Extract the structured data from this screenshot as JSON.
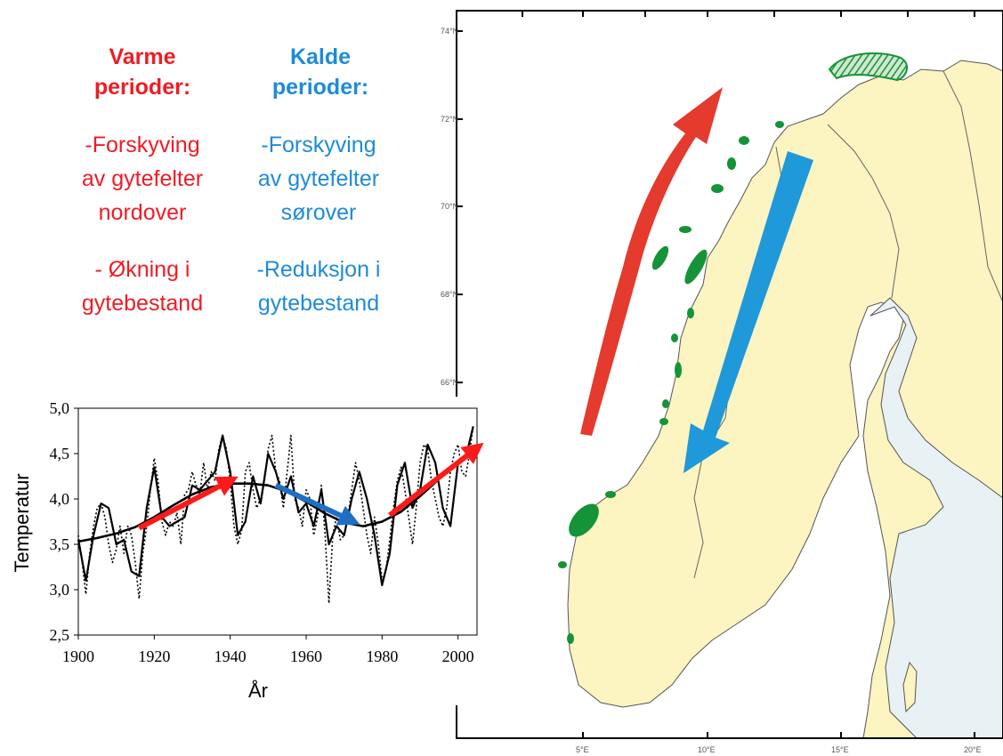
{
  "warm": {
    "heading_line1": "Varme",
    "heading_line2": "perioder:",
    "point1_line1": "-Forskyving",
    "point1_line2": "av gytefelter",
    "point1_line3": "nordover",
    "point2_line1": "- Økning i",
    "point2_line2": "gytebestand"
  },
  "cold": {
    "heading_line1": "Kalde",
    "heading_line2": "perioder:",
    "point1_line1": "-Forskyving",
    "point1_line2": "av gytefelter",
    "point1_line3": "sørover",
    "point2_line1": "-Reduksjon i",
    "point2_line2": "gytebestand"
  },
  "map": {
    "lat_labels": [
      "74°N",
      "72°N",
      "70°N",
      "68°N",
      "66°N"
    ],
    "lon_labels": [
      "5°E",
      "10°E",
      "15°E",
      "20°E"
    ],
    "colors": {
      "sea": "#ffffff",
      "land": "#fcf4c1",
      "lake": "#e8f1f4",
      "spawning": "#159338",
      "warm_arrow": "#e53a2e",
      "cold_arrow": "#1f99d9"
    }
  },
  "chart_data": {
    "type": "line",
    "xlabel": "År",
    "ylabel": "Temperatur",
    "xlim": [
      1900,
      2005
    ],
    "ylim": [
      2.5,
      5.0
    ],
    "x_ticks": [
      "1900",
      "1920",
      "1940",
      "1960",
      "1980",
      "2000"
    ],
    "y_ticks": [
      "2,5",
      "3,0",
      "3,5",
      "4,0",
      "4,5",
      "5,0"
    ],
    "grid": false,
    "series": [
      {
        "style": "dotted",
        "x": [
          1900,
          1901,
          1902,
          1903,
          1904,
          1905,
          1906,
          1907,
          1908,
          1909,
          1910,
          1911,
          1912,
          1913,
          1914,
          1915,
          1916,
          1917,
          1918,
          1919,
          1920,
          1921,
          1922,
          1923,
          1924,
          1925,
          1926,
          1927,
          1928,
          1929,
          1930,
          1931,
          1932,
          1933,
          1934,
          1935,
          1936,
          1937,
          1938,
          1939,
          1940,
          1941,
          1942,
          1943,
          1944,
          1945,
          1946,
          1947,
          1948,
          1949,
          1950,
          1951,
          1952,
          1953,
          1954,
          1955,
          1956,
          1957,
          1958,
          1959,
          1960,
          1961,
          1962,
          1963,
          1964,
          1965,
          1966,
          1967,
          1968,
          1969,
          1970,
          1971,
          1972,
          1973,
          1974,
          1975,
          1976,
          1977,
          1978,
          1979,
          1980,
          1981,
          1982,
          1983,
          1984,
          1985,
          1986,
          1987,
          1988,
          1989,
          1990,
          1991,
          1992,
          1993,
          1994,
          1995,
          1996,
          1997,
          1998,
          1999,
          2000,
          2001,
          2002,
          2003,
          2004
        ],
        "y": [
          3.6,
          3.3,
          2.95,
          3.4,
          3.7,
          3.9,
          3.95,
          3.8,
          3.5,
          3.3,
          3.45,
          3.7,
          3.4,
          3.7,
          3.6,
          3.3,
          2.9,
          3.4,
          3.7,
          4.1,
          4.45,
          4.2,
          3.75,
          3.6,
          3.75,
          3.7,
          3.85,
          3.5,
          4.05,
          4.1,
          4.3,
          4.15,
          4.05,
          4.4,
          4.1,
          4.3,
          4.2,
          4.55,
          4.7,
          4.55,
          4.2,
          3.7,
          3.5,
          3.65,
          4.3,
          4.4,
          4.1,
          3.9,
          4.0,
          4.2,
          4.55,
          4.7,
          4.3,
          4.2,
          3.9,
          4.3,
          4.7,
          4.0,
          3.9,
          3.7,
          4.1,
          4.0,
          3.6,
          3.8,
          4.15,
          3.6,
          2.85,
          3.6,
          3.8,
          3.55,
          3.6,
          3.8,
          4.1,
          4.4,
          4.2,
          3.9,
          3.6,
          3.4,
          3.8,
          3.5,
          3.1,
          3.2,
          3.55,
          3.9,
          4.2,
          4.35,
          4.1,
          3.8,
          3.5,
          3.9,
          4.4,
          4.6,
          4.55,
          4.2,
          4.0,
          3.8,
          3.7,
          3.9,
          4.3,
          4.5,
          4.6,
          4.3,
          4.25,
          4.5,
          4.8
        ]
      },
      {
        "style": "solid",
        "x": [
          1900,
          1902,
          1904,
          1906,
          1908,
          1910,
          1912,
          1914,
          1916,
          1918,
          1920,
          1922,
          1924,
          1926,
          1928,
          1930,
          1932,
          1934,
          1936,
          1938,
          1940,
          1942,
          1944,
          1946,
          1948,
          1950,
          1952,
          1954,
          1956,
          1958,
          1960,
          1962,
          1964,
          1966,
          1968,
          1970,
          1972,
          1974,
          1976,
          1978,
          1980,
          1982,
          1984,
          1986,
          1988,
          1990,
          1992,
          1994,
          1996,
          1998,
          2000,
          2002,
          2004
        ],
        "y": [
          3.55,
          3.1,
          3.6,
          3.95,
          3.9,
          3.5,
          3.55,
          3.2,
          3.15,
          3.9,
          4.35,
          3.8,
          3.7,
          3.75,
          3.8,
          4.15,
          4.1,
          4.2,
          4.3,
          4.7,
          4.3,
          3.6,
          3.75,
          4.25,
          3.95,
          4.5,
          4.3,
          4.0,
          4.25,
          3.85,
          3.95,
          3.7,
          4.1,
          3.5,
          3.7,
          3.6,
          4.0,
          4.3,
          4.0,
          3.6,
          3.05,
          3.4,
          4.15,
          4.4,
          3.9,
          4.1,
          4.6,
          4.4,
          3.9,
          3.7,
          4.4,
          4.45,
          4.8
        ]
      },
      {
        "style": "trend",
        "x": [
          1900,
          1905,
          1910,
          1915,
          1920,
          1925,
          1930,
          1935,
          1940,
          1945,
          1950,
          1955,
          1960,
          1965,
          1970,
          1975,
          1980,
          1985,
          1990,
          1995,
          2000,
          2004
        ],
        "y": [
          3.53,
          3.57,
          3.62,
          3.69,
          3.8,
          3.93,
          4.05,
          4.13,
          4.17,
          4.17,
          4.15,
          4.08,
          3.97,
          3.84,
          3.74,
          3.7,
          3.75,
          3.86,
          4.03,
          4.22,
          4.42,
          4.55
        ]
      }
    ],
    "arrows": [
      {
        "color": "red",
        "from": [
          1916,
          3.68
        ],
        "to": [
          1939,
          4.18
        ]
      },
      {
        "color": "blue",
        "from": [
          1952,
          4.15
        ],
        "to": [
          1971,
          3.78
        ]
      },
      {
        "color": "red",
        "from": [
          1982,
          3.82
        ],
        "to": [
          2004,
          4.53
        ]
      }
    ]
  }
}
